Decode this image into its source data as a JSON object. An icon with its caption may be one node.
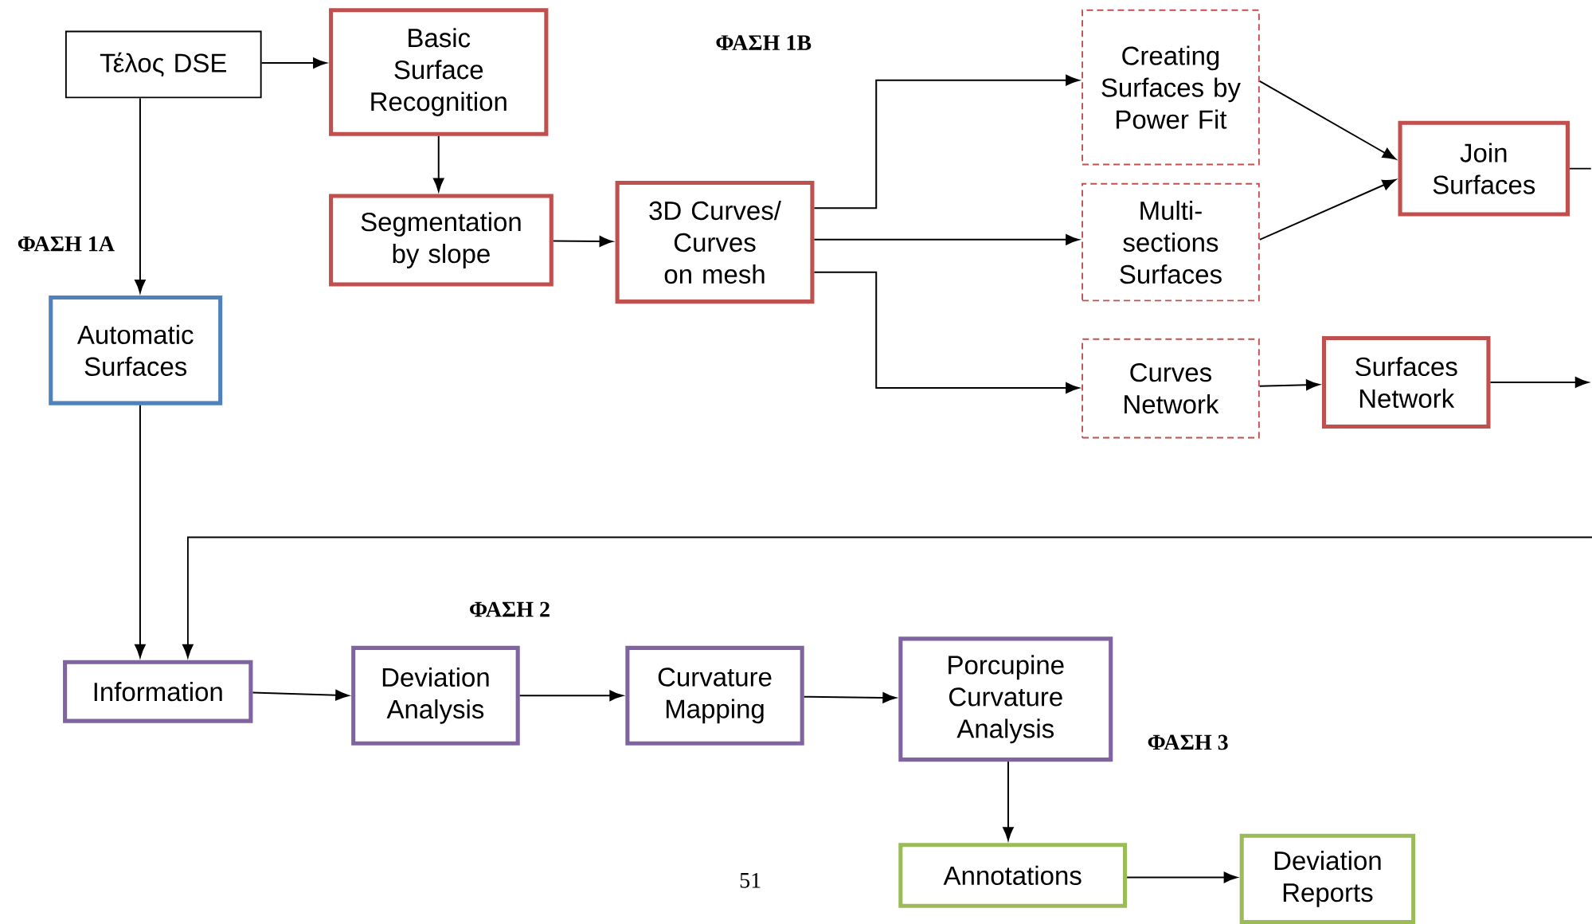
{
  "diagram": {
    "nodes": [
      {
        "text": [
          "Τέλος DSE"
        ]
      },
      {
        "text": [
          "Basic Surface Recognition"
        ]
      },
      {
        "text": [
          "Segmentation by slope"
        ]
      },
      {
        "text": [
          "3D Curves/ Curves on mesh"
        ]
      },
      {
        "text": [
          "Creating Surfaces by Power Fit"
        ]
      },
      {
        "text": [
          "Multi-sections Surfaces"
        ]
      },
      {
        "text": [
          "Curves Network"
        ]
      },
      {
        "text": [
          "Join Surfaces"
        ]
      },
      {
        "text": [
          "Surfaces Network"
        ]
      },
      {
        "text": [
          "Automatic Surfaces"
        ]
      },
      {
        "text": [
          "Information"
        ]
      },
      {
        "text": [
          "Deviation Analysis"
        ]
      },
      {
        "text": [
          "Curvature Mapping"
        ]
      },
      {
        "text": [
          "Porcupine Curvature Analysis"
        ]
      },
      {
        "text": [
          "Annotations"
        ]
      },
      {
        "text": [
          "Deviation Reports"
        ]
      }
    ],
    "edges": [
      {
        "from": 0,
        "to": 1,
        "arrow": "to"
      },
      {
        "from": 1,
        "to": 2,
        "arrow": "to"
      },
      {
        "from": 0,
        "to": 9,
        "arrow": "to"
      },
      {
        "from": 2,
        "to": 3,
        "arrow": "to"
      },
      {
        "from": 3,
        "to": 4,
        "arrow": "to"
      },
      {
        "from": 3,
        "to": 5,
        "arrow": "to"
      },
      {
        "from": 3,
        "to": 6,
        "arrow": "to"
      },
      {
        "from": 4,
        "to": 7,
        "arrow": "to"
      },
      {
        "from": 5,
        "to": 7,
        "arrow": "to"
      },
      {
        "from": 6,
        "to": 8,
        "arrow": "to"
      },
      {
        "from": 7,
        "to": null,
        "arrow": "none"
      },
      {
        "from": 8,
        "to": null,
        "arrow": "to"
      },
      {
        "from": null,
        "to": 10,
        "arrow": "to"
      },
      {
        "from": 9,
        "to": 10,
        "arrow": "to"
      },
      {
        "from": 10,
        "to": 11,
        "arrow": "to"
      },
      {
        "from": 11,
        "to": 12,
        "arrow": "to"
      },
      {
        "from": 12,
        "to": 13,
        "arrow": "to"
      },
      {
        "from": 13,
        "to": 14,
        "arrow": "to"
      },
      {
        "from": 14,
        "to": 15,
        "arrow": "to"
      }
    ],
    "labels": [
      "ΦΑΣΗ 1Β",
      "ΦΑΣΗ 1Α",
      "ΦΑΣΗ 2",
      "ΦΑΣΗ 3",
      "51"
    ]
  }
}
